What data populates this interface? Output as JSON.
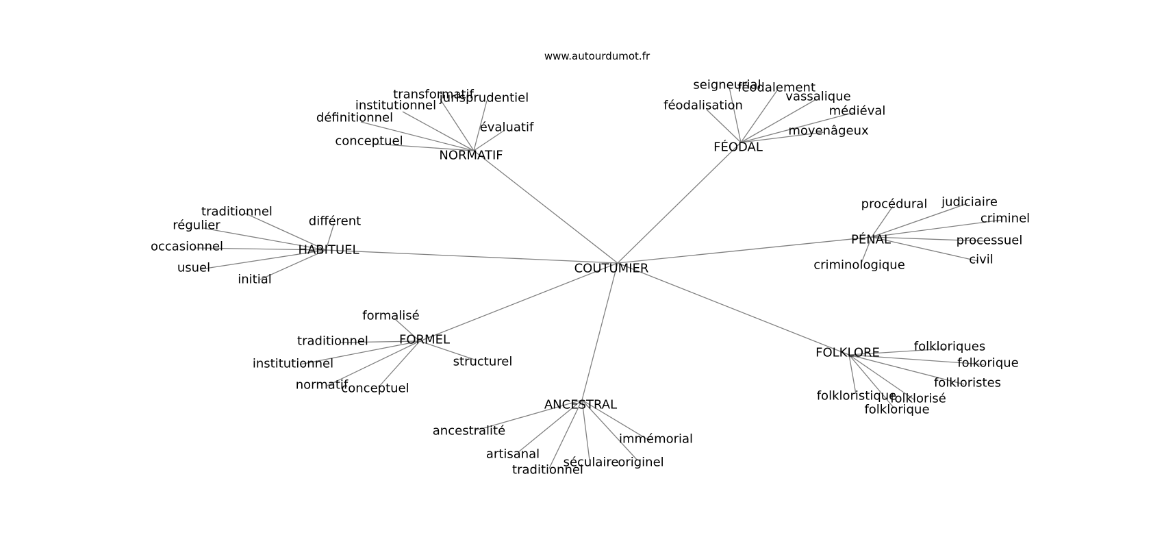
{
  "source": "www.autourdumot.fr",
  "root": {
    "label": "COUTUMIER",
    "branches": [
      {
        "label": "NORMATIF",
        "leaves": [
          "transformatif",
          "jurisprudentiel",
          "institutionnel",
          "définitionnel",
          "évaluatif",
          "conceptuel"
        ]
      },
      {
        "label": "FÉODAL",
        "leaves": [
          "seigneurial",
          "féodalement",
          "féodalisation",
          "vassalique",
          "médiéval",
          "moyenâgeux"
        ]
      },
      {
        "label": "HABITUEL",
        "leaves": [
          "traditionnel",
          "régulier",
          "différent",
          "occasionnel",
          "usuel",
          "initial"
        ]
      },
      {
        "label": "PÉNAL",
        "leaves": [
          "procédural",
          "judiciaire",
          "criminel",
          "processuel",
          "civil",
          "criminologique"
        ]
      },
      {
        "label": "FORMEL",
        "leaves": [
          "formalisé",
          "traditionnel",
          "institutionnel",
          "structurel",
          "normatif",
          "conceptuel"
        ]
      },
      {
        "label": "FOLKLORE",
        "leaves": [
          "folkloriques",
          "folkorique",
          "folkloristes",
          "folklorisé",
          "folkloristique",
          "folklorique"
        ]
      },
      {
        "label": "ANCESTRAL",
        "leaves": [
          "ancestralité",
          "immémorial",
          "artisanal",
          "séculaire",
          "originel",
          "traditionnel"
        ]
      }
    ]
  }
}
